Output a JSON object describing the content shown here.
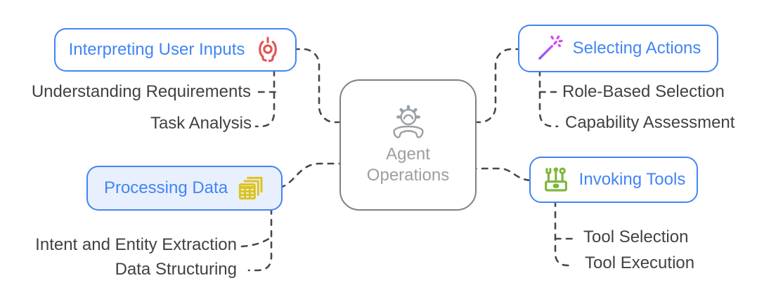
{
  "diagram_title": "Agent Operations",
  "center": {
    "label": "Agent Operations",
    "icon": "gear-handset-icon"
  },
  "branches": [
    {
      "label": "Interpreting User Inputs",
      "icon": "voice-headset-icon",
      "accent": "#e25555",
      "children": [
        "Understanding Requirements",
        "Task Analysis"
      ]
    },
    {
      "label": "Selecting Actions",
      "icon": "magic-wand-icon",
      "accent": "#c44ff2",
      "children": [
        "Role-Based Selection",
        "Capability Assessment"
      ]
    },
    {
      "label": "Processing Data",
      "icon": "stacked-tables-icon",
      "accent": "#dcc320",
      "children": [
        "Intent and Entity Extraction",
        "Data Structuring"
      ]
    },
    {
      "label": "Invoking Tools",
      "icon": "toolbox-icon",
      "accent": "#7fb63d",
      "children": [
        "Tool Selection",
        "Tool Execution"
      ]
    }
  ],
  "colors": {
    "branch_border": "#4285f4",
    "branch_text": "#4285f4",
    "processing_fill": "#e8f0fe",
    "center_border": "#7d8085",
    "center_text": "#9e9e9e",
    "leaf_text": "#3f4245",
    "connector": "#47484a",
    "background": "#ffffff"
  }
}
